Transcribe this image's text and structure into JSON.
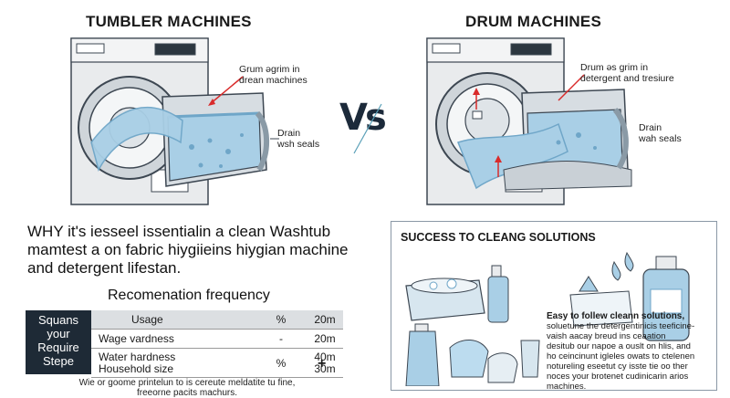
{
  "left": {
    "title": "TUMBLER MACHINES",
    "callout_top": [
      "Grum ǝgrim in",
      "drean machines"
    ],
    "callout_bottom": [
      "Drain",
      "wsh seals"
    ]
  },
  "right": {
    "title": "DRUM MACHINES",
    "callout_top": [
      "Drum ǝs grim in",
      "detergent and tresiure"
    ],
    "callout_bottom": [
      "Drain",
      "wah seals"
    ]
  },
  "vs_label": "Vs",
  "why_text": [
    "WHY it's iesseel issentialin a clean Washtub",
    "mamtest a on fabric hiygiieins hiygian machine",
    "and detergent lifestan."
  ],
  "recommendation": {
    "title": "Recomenation frequency",
    "header_label": [
      "Squans",
      "your",
      "Require",
      "Stepe"
    ],
    "columns": [
      "Usage",
      "%",
      "20m"
    ],
    "rows": [
      [
        "Wage vardness",
        "-",
        "20m"
      ],
      [
        "Water hardness\nHousehold size",
        "%",
        "40m\n30m"
      ]
    ],
    "plus_label": "+",
    "footnote": [
      "Wie or goome printelun to is cereute meldatite tu fine,",
      "freeorne pacits machurs."
    ]
  },
  "success_panel": {
    "title": "SUCCESS TO CLEANG SOLUTIONS",
    "heading": "Easy to follew cleann solutions,",
    "body": [
      "soluetune the detergentinicis teeficine-",
      "vaish aacay breud ins ceaation",
      "desitub our napoe a ouslt on hlis, and",
      "ho ceincinunt igleles owats to ctelenen",
      "notureling eseetut cy isste tie oo ther",
      "noces your brotenet cudinicarin arios",
      "machines."
    ]
  },
  "colors": {
    "machine_body": "#e9ebed",
    "machine_outline": "#3d4752",
    "water": "#a9cfe6",
    "water_dark": "#6fa6c8",
    "accent_red": "#d92b2b",
    "header_dark": "#1e2a36"
  }
}
